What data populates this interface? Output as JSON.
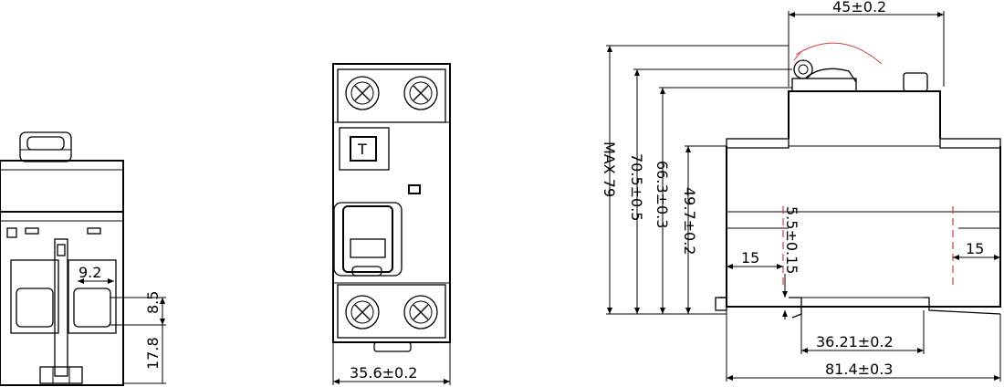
{
  "dimensions": {
    "left_width_small": "9.2",
    "left_height_small": "8.5",
    "left_height_mid": "17.8",
    "front_width": "35.6±0.2",
    "top_width": "45±0.2",
    "max_height": "MAX  79",
    "height_70": "70.5±0.5",
    "height_66": "66.3±0.3",
    "height_49": "49.7±0.2",
    "rail_height": "5.5±0.15",
    "offset_left": "15",
    "offset_right": "15",
    "rail_width": "36.21±0.2",
    "total_width": "81.4±0.3"
  },
  "labels": {
    "test_button": "T"
  }
}
